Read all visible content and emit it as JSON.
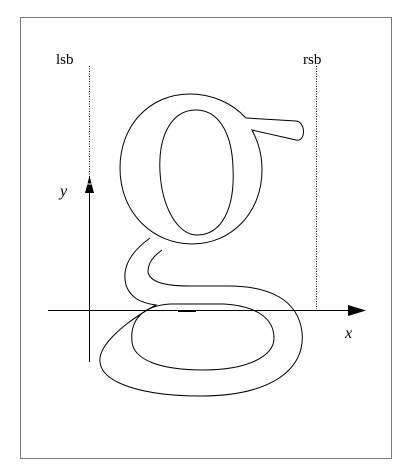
{
  "diagram": {
    "labels": {
      "lsb": "lsb",
      "rsb": "rsb",
      "y": "y",
      "x": "x"
    },
    "glyph": {
      "character": "g",
      "style": "outline"
    },
    "colors": {
      "background": "#ffffff",
      "stroke": "#000000"
    }
  }
}
